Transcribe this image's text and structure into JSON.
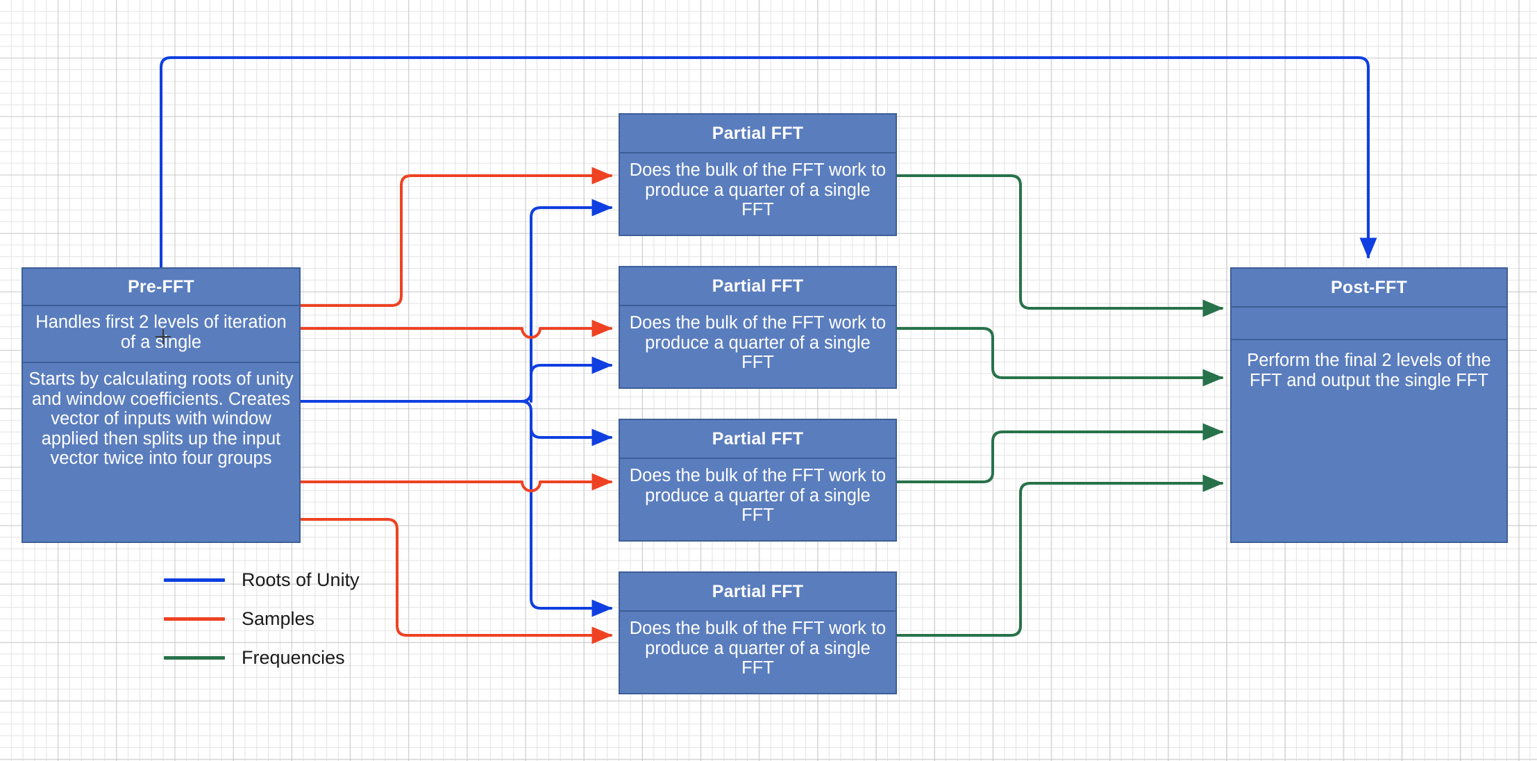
{
  "diagram": {
    "title": "FFT pipeline block diagram",
    "colors": {
      "node_fill": "#5A7DBE",
      "node_border": "#3C5E96",
      "node_text": "#FFFFFF",
      "roots_of_unity": "#0F3FE0",
      "samples": "#EE4223",
      "frequencies": "#27724A",
      "grid_minor": "#E1E1E1",
      "grid_major": "#B4B4B4",
      "background": "#FFFFFF"
    }
  },
  "nodes": {
    "pre_fft": {
      "title": "Pre-FFT",
      "section_1": "Handles  first 2 levels of iteration of a single",
      "section_2": "Starts by calculating roots of unity and window coefficients. Creates vector of inputs with window applied then splits up the input vector twice into four groups"
    },
    "partial_ffts": [
      {
        "title": "Partial FFT",
        "body": "Does the bulk of the FFT work to produce a quarter of a single FFT"
      },
      {
        "title": "Partial FFT",
        "body": "Does the bulk of the FFT work to produce a quarter of a single FFT"
      },
      {
        "title": "Partial FFT",
        "body": "Does the bulk of the FFT work to produce a quarter of a single FFT"
      },
      {
        "title": "Partial FFT",
        "body": "Does the bulk of the FFT work to produce a quarter of a single FFT"
      }
    ],
    "post_fft": {
      "title": "Post-FFT",
      "section_1": "",
      "section_2": "Perform the final 2 levels of the FFT and output the single FFT"
    }
  },
  "legend": {
    "items": [
      {
        "label": "Roots of Unity",
        "color": "#0F3FE0"
      },
      {
        "label": "Samples",
        "color": "#EE4223"
      },
      {
        "label": "Frequencies",
        "color": "#27724A"
      }
    ]
  }
}
